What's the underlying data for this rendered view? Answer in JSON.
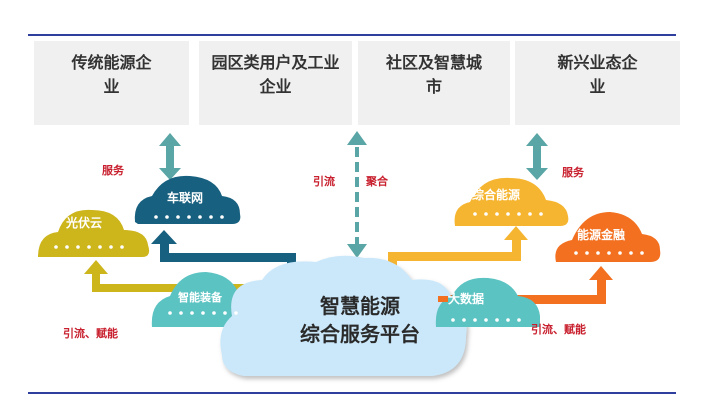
{
  "top_boxes": [
    {
      "line1": "传统能源企",
      "line2": "业"
    },
    {
      "line1": "园区类用户及工业",
      "line2": "企业"
    },
    {
      "line1": "社区及智慧城",
      "line2": "市"
    },
    {
      "line1": "新兴业态企",
      "line2": "业"
    }
  ],
  "center": {
    "line1": "智慧能源",
    "line2": "综合服务平台"
  },
  "clouds": {
    "guangfu": "光伏云",
    "chelianwang": "车联网",
    "zhineng_zhuangbei": "智能装备",
    "zonghe_nengyuan": "综合能源",
    "nengyuan_jinrong": "能源金融",
    "dashuju": "大数据"
  },
  "labels": {
    "service_left": "服务",
    "service_right": "服务",
    "yinliu": "引流",
    "juhe": "聚合",
    "yinliu_funeng_left": "引流、赋能",
    "yinliu_funeng_right": "引流、赋能"
  },
  "colors": {
    "rule": "#2f3f9e",
    "guangfu": "#cdb51c",
    "chelianwang": "#17607f",
    "zhineng_zhuangbei": "#5cc3c3",
    "zonghe_nengyuan": "#f6b530",
    "nengyuan_jinrong": "#f2701f",
    "dashuju": "#5cc3c3",
    "center": "#cbe8fa",
    "teal_arrow": "#5aa5a5",
    "label_red": "#c8202e"
  }
}
